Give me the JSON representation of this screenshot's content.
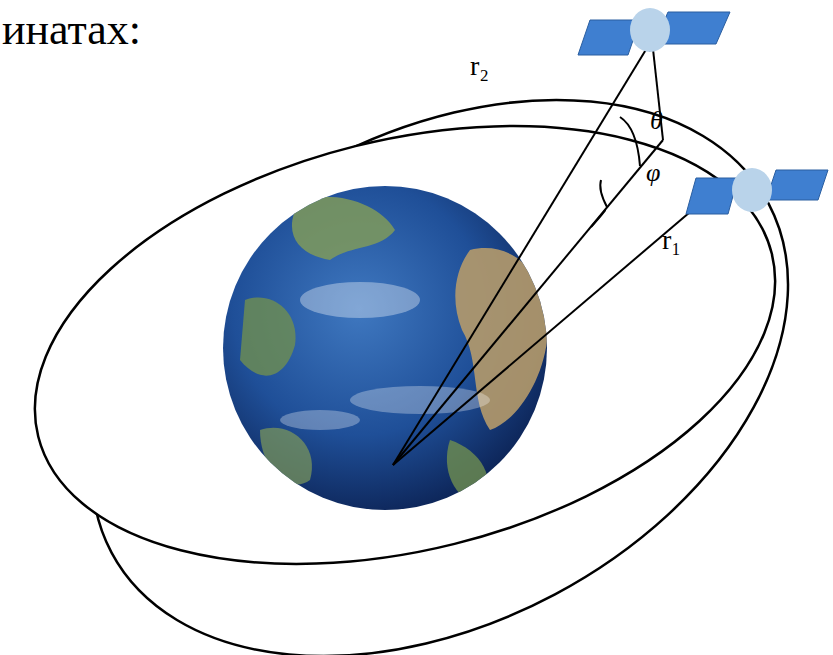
{
  "diagram": {
    "labels": [
      "инатах:",
      "r₂",
      "θ",
      "φ",
      "r₁"
    ]
  }
}
